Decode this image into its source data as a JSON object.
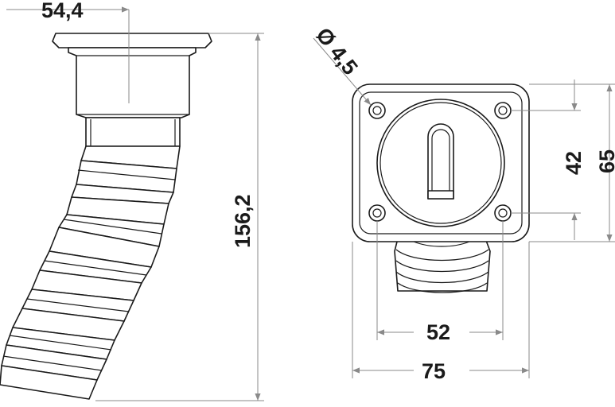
{
  "dimensions": {
    "top_width": "54,4",
    "total_height": "156,2",
    "hole_diameter": "Ø 4,5",
    "hole_spacing_vertical": "42",
    "plate_height": "65",
    "hole_spacing_horizontal": "52",
    "plate_width": "75"
  },
  "colors": {
    "outline": "#1a1a1a",
    "dimension_line": "#8a8a8a",
    "background": "#ffffff"
  }
}
